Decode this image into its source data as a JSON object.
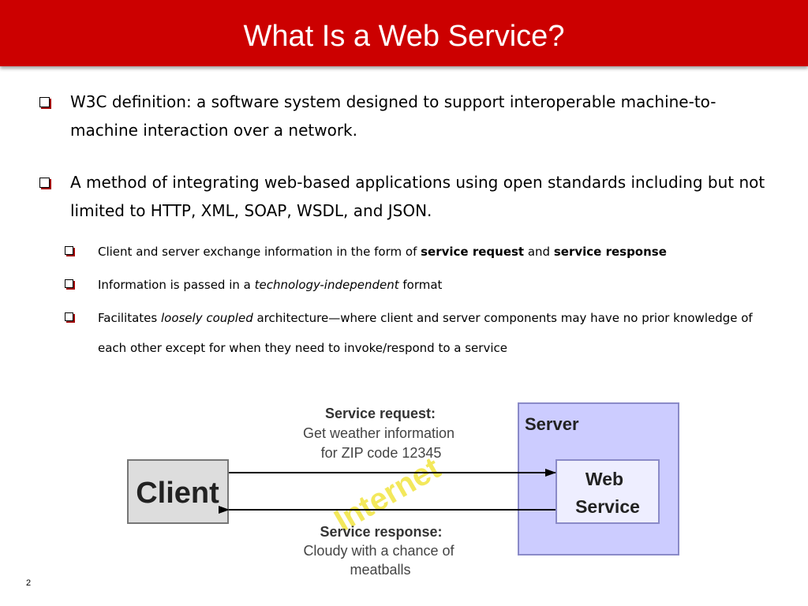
{
  "slide": {
    "title": "What Is a Web Service?",
    "page_number": "2"
  },
  "bullets": [
    {
      "text": "W3C definition: a software system designed to support interoperable machine-to-machine interaction over a network."
    },
    {
      "text": "A method of integrating web-based applications using open standards including but not limited to HTTP, XML, SOAP, WSDL, and JSON."
    }
  ],
  "sub_bullets": [
    {
      "pre": "Client and server exchange information in the form of ",
      "bold1": "service request",
      "mid": " and ",
      "bold2": "service response"
    },
    {
      "pre": "Information is passed in a ",
      "italic": "technology-independent",
      "post": " format"
    },
    {
      "pre": "Facilitates ",
      "italic": "loosely coupled",
      "post": " architecture—where client and server components may have no prior knowledge of each other except for when they need to invoke/respond to a service"
    }
  ],
  "diagram": {
    "client_label": "Client",
    "server_label": "Server",
    "web_service_line1": "Web",
    "web_service_line2": "Service",
    "internet_label": "Internet",
    "request_title": "Service request:",
    "request_line1": "Get weather information",
    "request_line2": "for ZIP code 12345",
    "response_title": "Service response:",
    "response_line1": "Cloudy with a chance of",
    "response_line2": "meatballs",
    "colors": {
      "server_fill": "#ccccff",
      "server_stroke": "#8a8ac8",
      "client_fill": "#dddddd",
      "internet": "#f2e64a"
    }
  }
}
